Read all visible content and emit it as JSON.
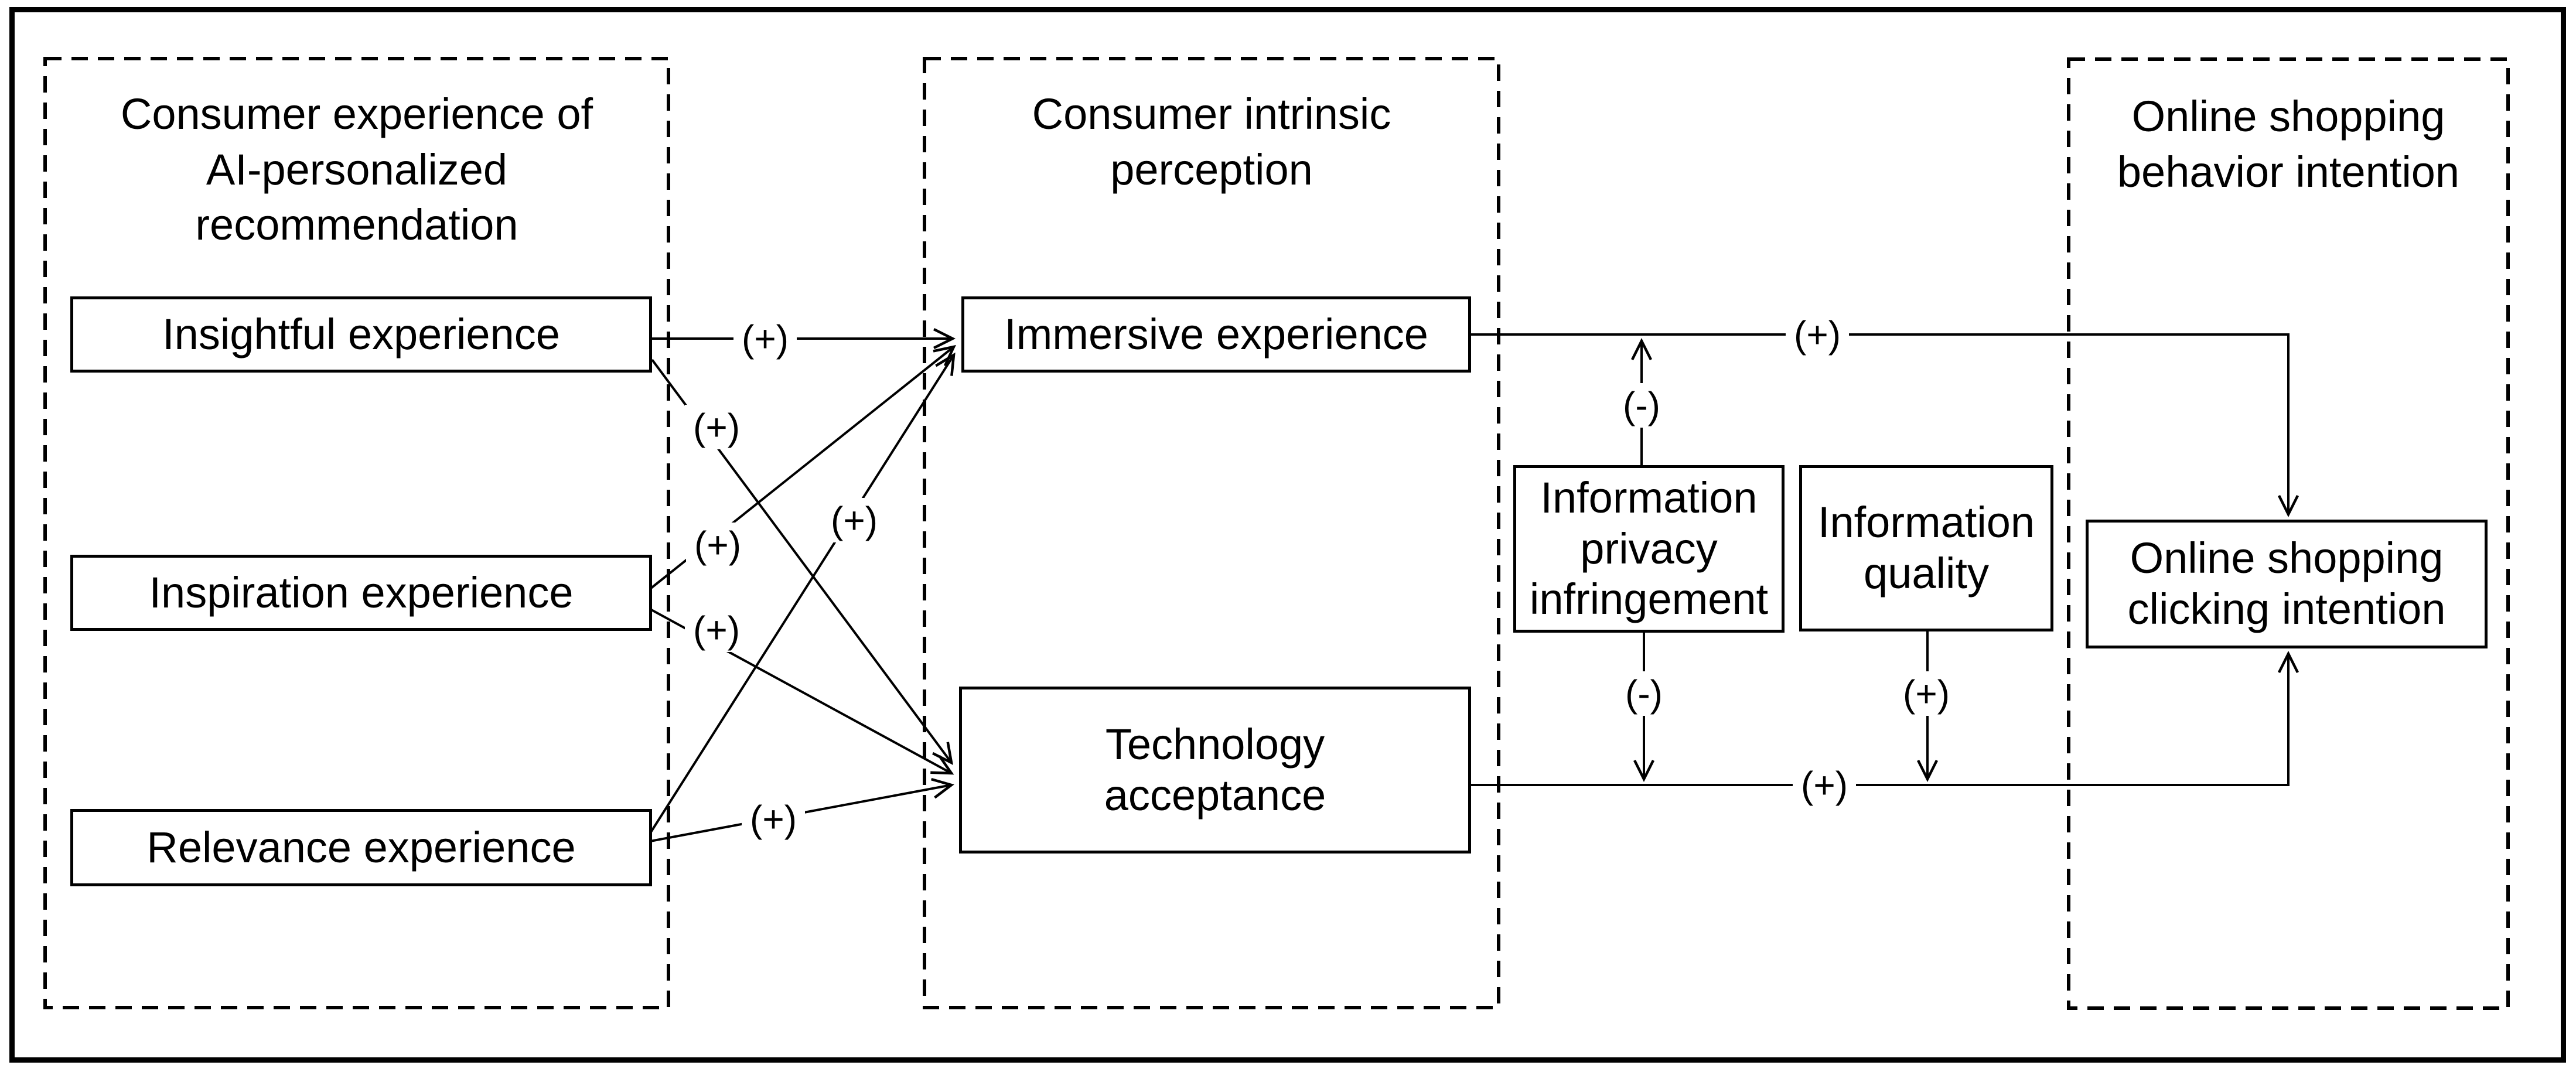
{
  "diagram": {
    "colors": {
      "line": "#000000",
      "background": "#ffffff",
      "text": "#000000"
    },
    "groups": [
      {
        "id": "consumer-experience",
        "title": "Consumer experience of\nAI-personalized\nrecommendation"
      },
      {
        "id": "consumer-intrinsic-perception",
        "title": "Consumer intrinsic\nperception"
      },
      {
        "id": "online-shopping-behavior-intention",
        "title": "Online shopping\nbehavior intention"
      }
    ],
    "nodes": [
      {
        "id": "insightful-experience",
        "label": "Insightful experience"
      },
      {
        "id": "inspiration-experience",
        "label": "Inspiration experience"
      },
      {
        "id": "relevance-experience",
        "label": "Relevance experience"
      },
      {
        "id": "immersive-experience",
        "label": "Immersive experience"
      },
      {
        "id": "technology-acceptance",
        "label": "Technology\nacceptance"
      },
      {
        "id": "information-privacy-infringement",
        "label": "Information\nprivacy\ninfringement"
      },
      {
        "id": "information-quality",
        "label": "Information\nquality"
      },
      {
        "id": "online-shopping-clicking-intention",
        "label": "Online shopping\nclicking intention"
      }
    ],
    "edges": [
      {
        "from": "Insightful experience",
        "to": "Immersive experience",
        "sign": "(+)"
      },
      {
        "from": "Insightful experience",
        "to": "Technology acceptance",
        "sign": "(+)"
      },
      {
        "from": "Inspiration experience",
        "to": "Immersive experience",
        "sign": "(+)"
      },
      {
        "from": "Inspiration experience",
        "to": "Technology acceptance",
        "sign": "(+)"
      },
      {
        "from": "Relevance experience",
        "to": "Immersive experience",
        "sign": "(+)"
      },
      {
        "from": "Relevance experience",
        "to": "Technology acceptance",
        "sign": "(+)"
      },
      {
        "from": "Immersive experience",
        "to": "Online shopping clicking intention",
        "sign": "(+)"
      },
      {
        "from": "Technology acceptance",
        "to": "Online shopping clicking intention",
        "sign": "(+)"
      },
      {
        "from": "Information privacy infringement",
        "to": "Immersive experience → Online shopping clicking intention",
        "sign": "(-)"
      },
      {
        "from": "Information privacy infringement",
        "to": "Technology acceptance → Online shopping clicking intention",
        "sign": "(-)"
      },
      {
        "from": "Information quality",
        "to": "Technology acceptance → Online shopping clicking intention",
        "sign": "(+)"
      }
    ]
  }
}
